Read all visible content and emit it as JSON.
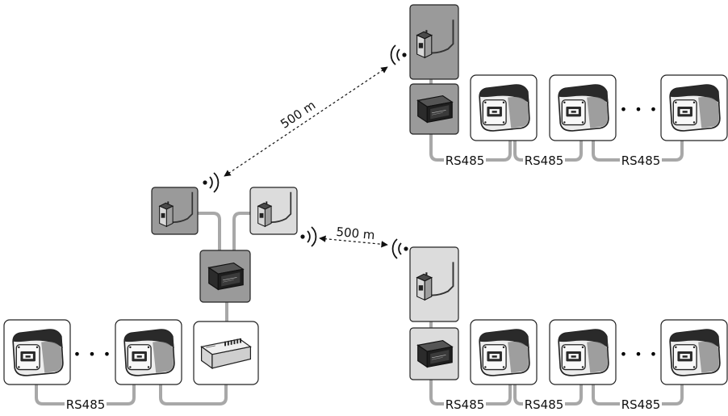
{
  "diagram": {
    "bus_label": "RS485",
    "distance_label": "500 m",
    "ellipsis": "• • •",
    "colors": {
      "active_box_fill": "#9a9a9a",
      "passive_box_fill": "#dcdcdc",
      "cable": "#a9a9a9",
      "device_dark": "#2b2b2b",
      "device_light": "#f1f1f1"
    },
    "device_types": [
      "radio-module",
      "data-logger",
      "inverter",
      "energy-meter"
    ],
    "groups": [
      {
        "id": "top-right",
        "rs485_links": 3
      },
      {
        "id": "left",
        "rs485_links": 1
      },
      {
        "id": "bottom-right",
        "rs485_links": 3
      }
    ],
    "wireless_links": [
      {
        "from": "left",
        "to": "top-right",
        "distance": "500 m"
      },
      {
        "from": "left",
        "to": "bottom-right",
        "distance": "500 m"
      }
    ]
  }
}
